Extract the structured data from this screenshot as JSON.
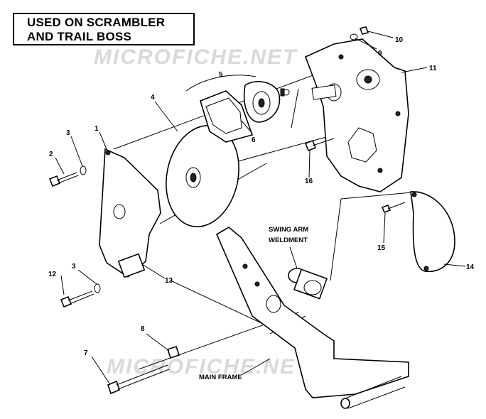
{
  "title": {
    "line1": "USED ON SCRAMBLER",
    "line2": "AND TRAIL BOSS"
  },
  "watermark": {
    "text": "MICROFICHE.NET"
  },
  "notes": {
    "swing_arm_line1": "SWING ARM",
    "swing_arm_line2": "WELDMENT",
    "main_frame": "MAIN FRAME"
  },
  "callouts": [
    "1",
    "2",
    "3",
    "3",
    "4",
    "5",
    "6",
    "7",
    "8",
    "9",
    "10",
    "11",
    "12",
    "13",
    "14",
    "15",
    "16"
  ]
}
